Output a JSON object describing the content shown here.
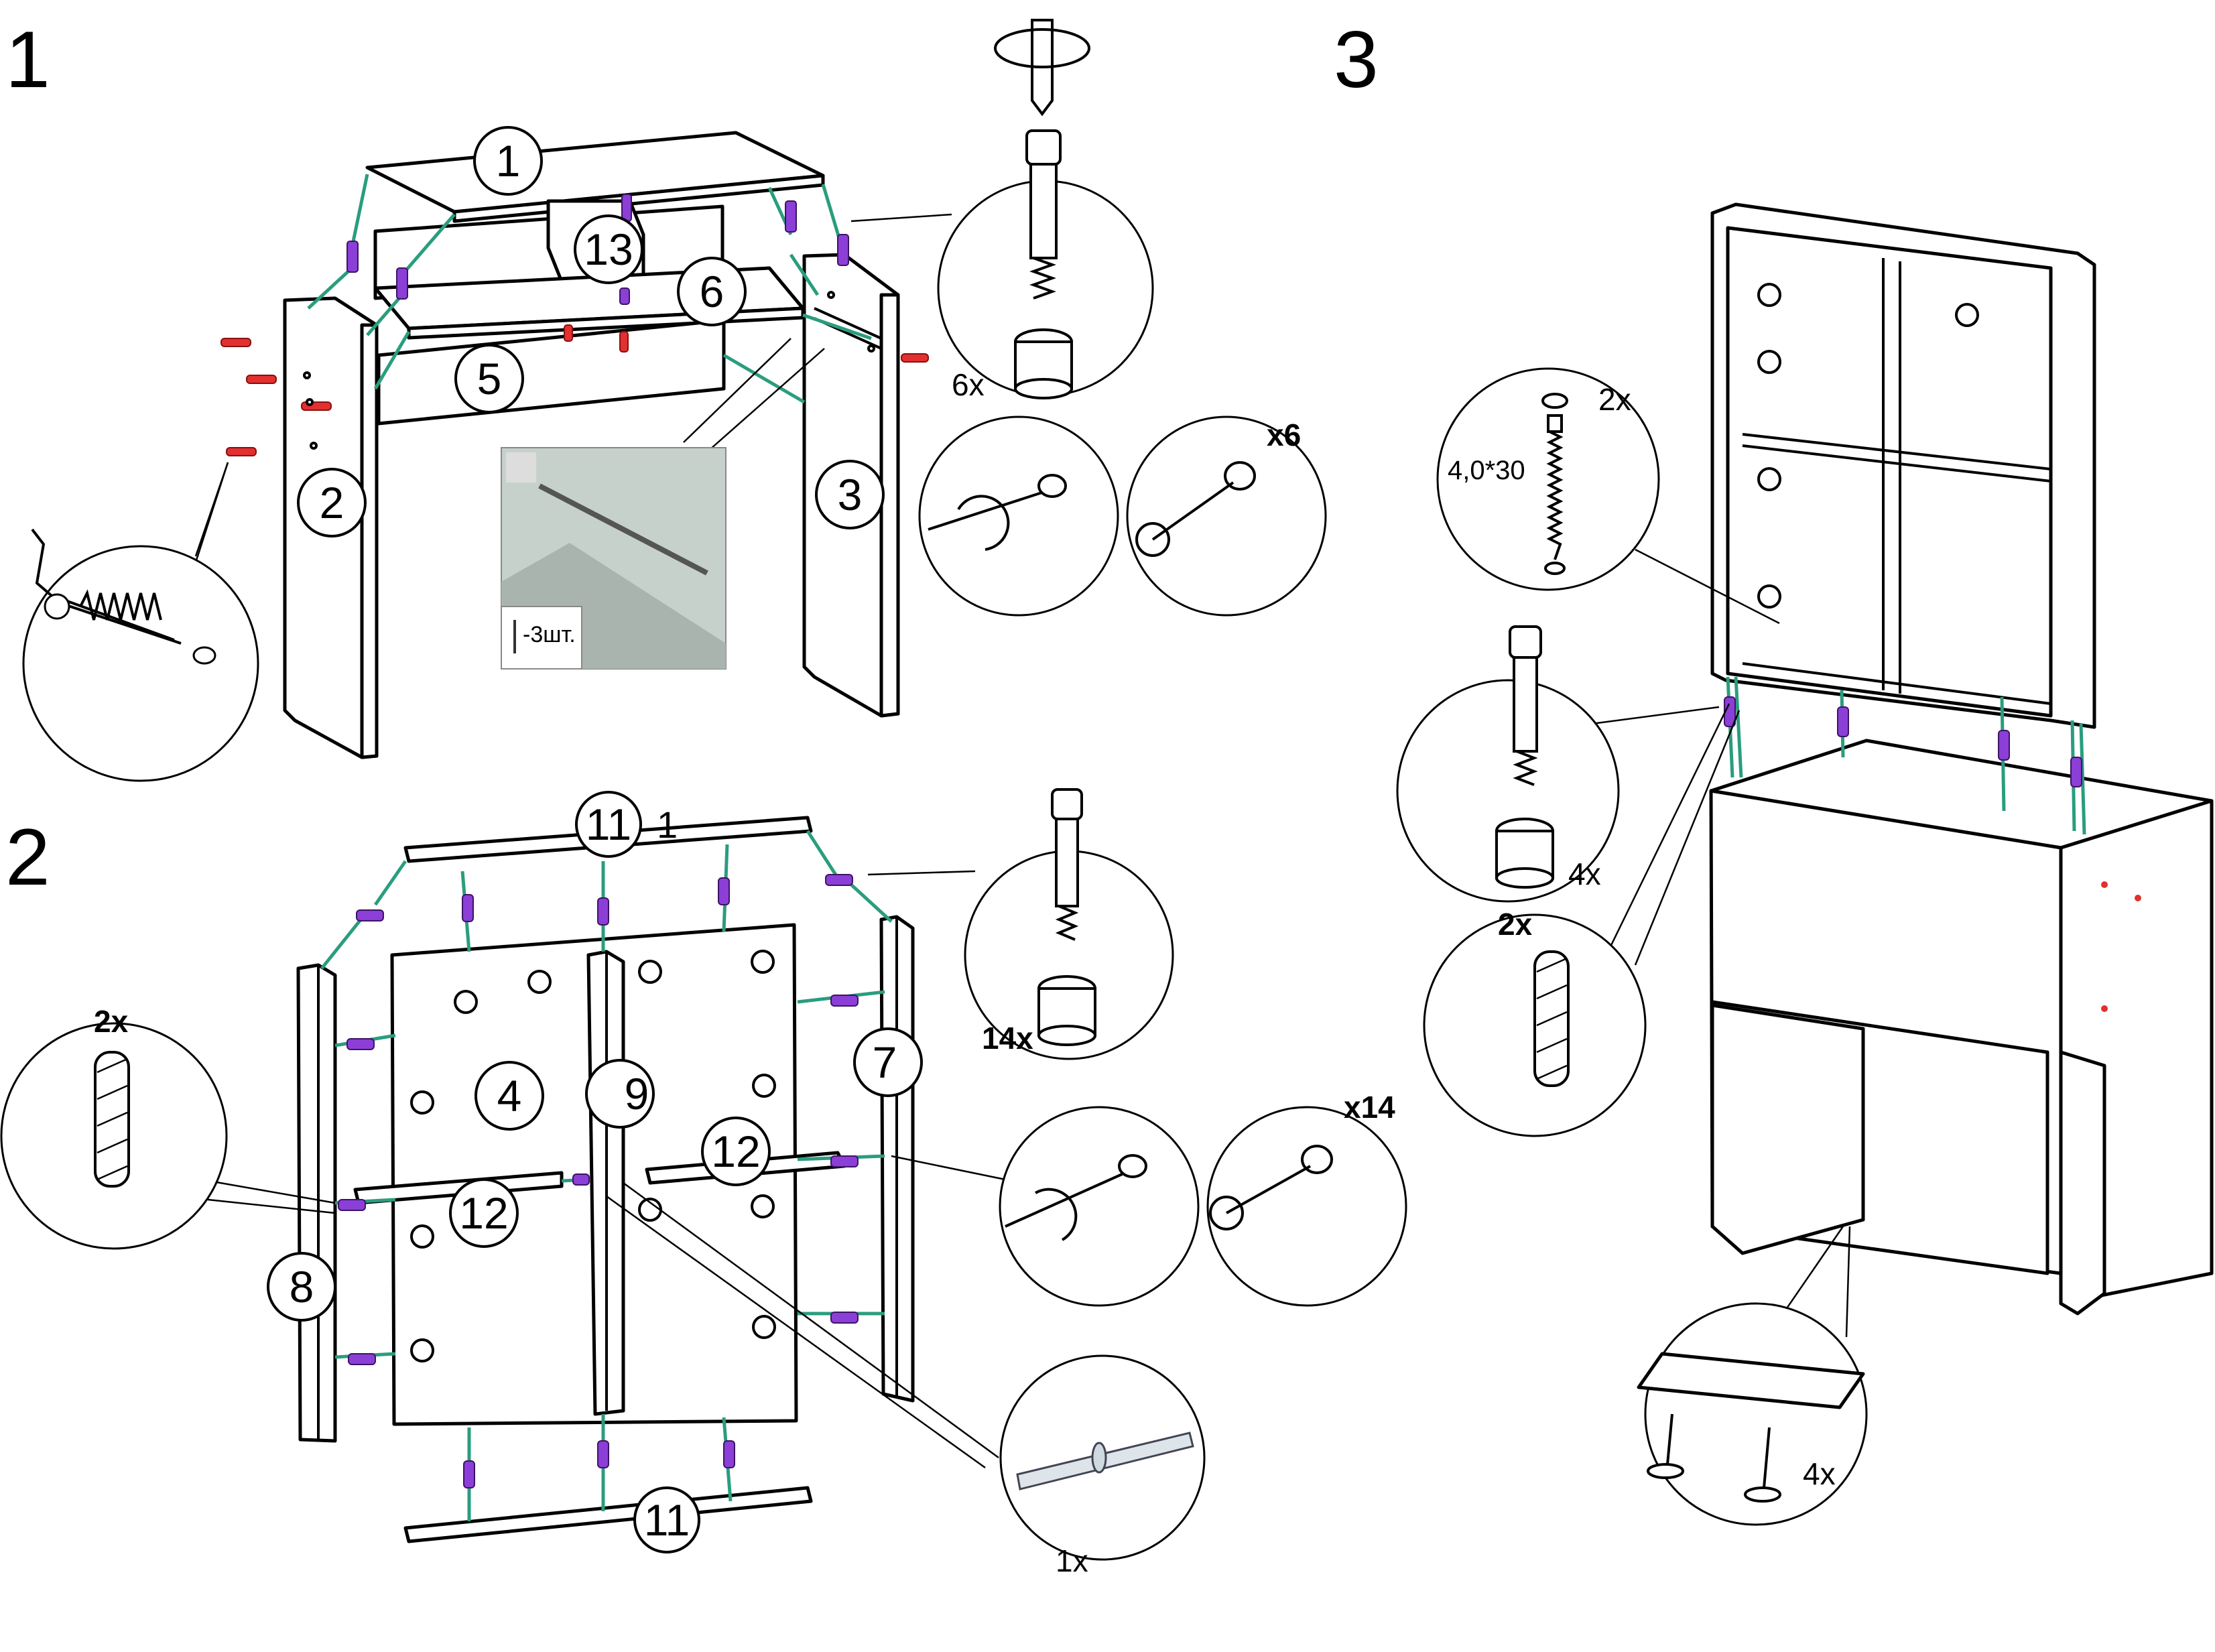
{
  "steps": [
    {
      "number": "1"
    },
    {
      "number": "2"
    },
    {
      "number": "3"
    }
  ],
  "parts": {
    "p1": "1",
    "p2": "2",
    "p3": "3",
    "p4": "4",
    "p5": "5",
    "p6": "6",
    "p7": "7",
    "p8": "8",
    "p9": "9",
    "p11_top": "11",
    "p11_top_extra": "1",
    "p11_bottom": "11",
    "p12_left": "12",
    "p12_right": "12",
    "p13": "13"
  },
  "callouts": {
    "s1_cam_count": "6x",
    "s1_lock_count": "x6",
    "s1_photo_screws": "-3шт.",
    "s2_dowel_count": "2x",
    "s2_cam_count": "14x",
    "s2_lock_count": "x14",
    "s2_pin_count": "1x",
    "s3_screw_count": "2x",
    "s3_screw_size": "4,0*30",
    "s3_cam_count": "4x",
    "s3_dowel_count": "2x",
    "s3_feet_count": "4x"
  },
  "colors": {
    "connector_line": "#2a9d7e",
    "cam_fitting": "#8b3fd6",
    "dowel_pin": "#e23030"
  },
  "icons": [
    "screwdriver-icon",
    "cam-bolt-icon",
    "cam-lock-icon",
    "wooden-dowel-icon",
    "screw-icon",
    "allen-key-icon",
    "furniture-foot-icon"
  ]
}
